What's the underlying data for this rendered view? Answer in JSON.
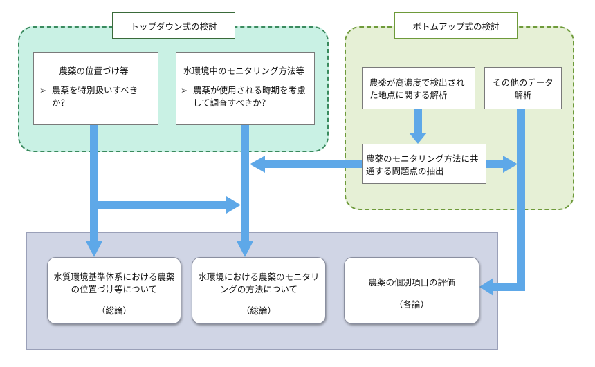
{
  "colors": {
    "top_down_bg": "#c9f1e4",
    "top_down_border": "#3a8a5e",
    "bottom_up_bg": "#e6f0d6",
    "bottom_up_border": "#6e9a3a",
    "result_bg": "#d0d5e5",
    "arrow": "#5ea8e8"
  },
  "top_down": {
    "tag": "トップダウン式の検討",
    "box1": {
      "title": "農薬の位置づけ等",
      "bullet": "農薬を特別扱いすべきか？"
    },
    "box2": {
      "title": "水環境中のモニタリング方法等",
      "bullet": "農薬が使用される時期を考慮して調査すべきか？"
    }
  },
  "bottom_up": {
    "tag": "ボトムアップ式の検討",
    "box1": "農薬が高濃度で検出された地点に関する解析",
    "box2": "その他のデータ解析",
    "box3": "農薬のモニタリング方法に共通する問題点の抽出"
  },
  "results": {
    "r1": {
      "title": "水質環境基準体系における農薬の位置づけ等について",
      "note": "（総論）"
    },
    "r2": {
      "title": "水環境における農薬のモニタリングの方法について",
      "note": "（総論）"
    },
    "r3": {
      "title": "農薬の個別項目の評価",
      "note": "（各論）"
    }
  },
  "bullet_mark": "➢"
}
